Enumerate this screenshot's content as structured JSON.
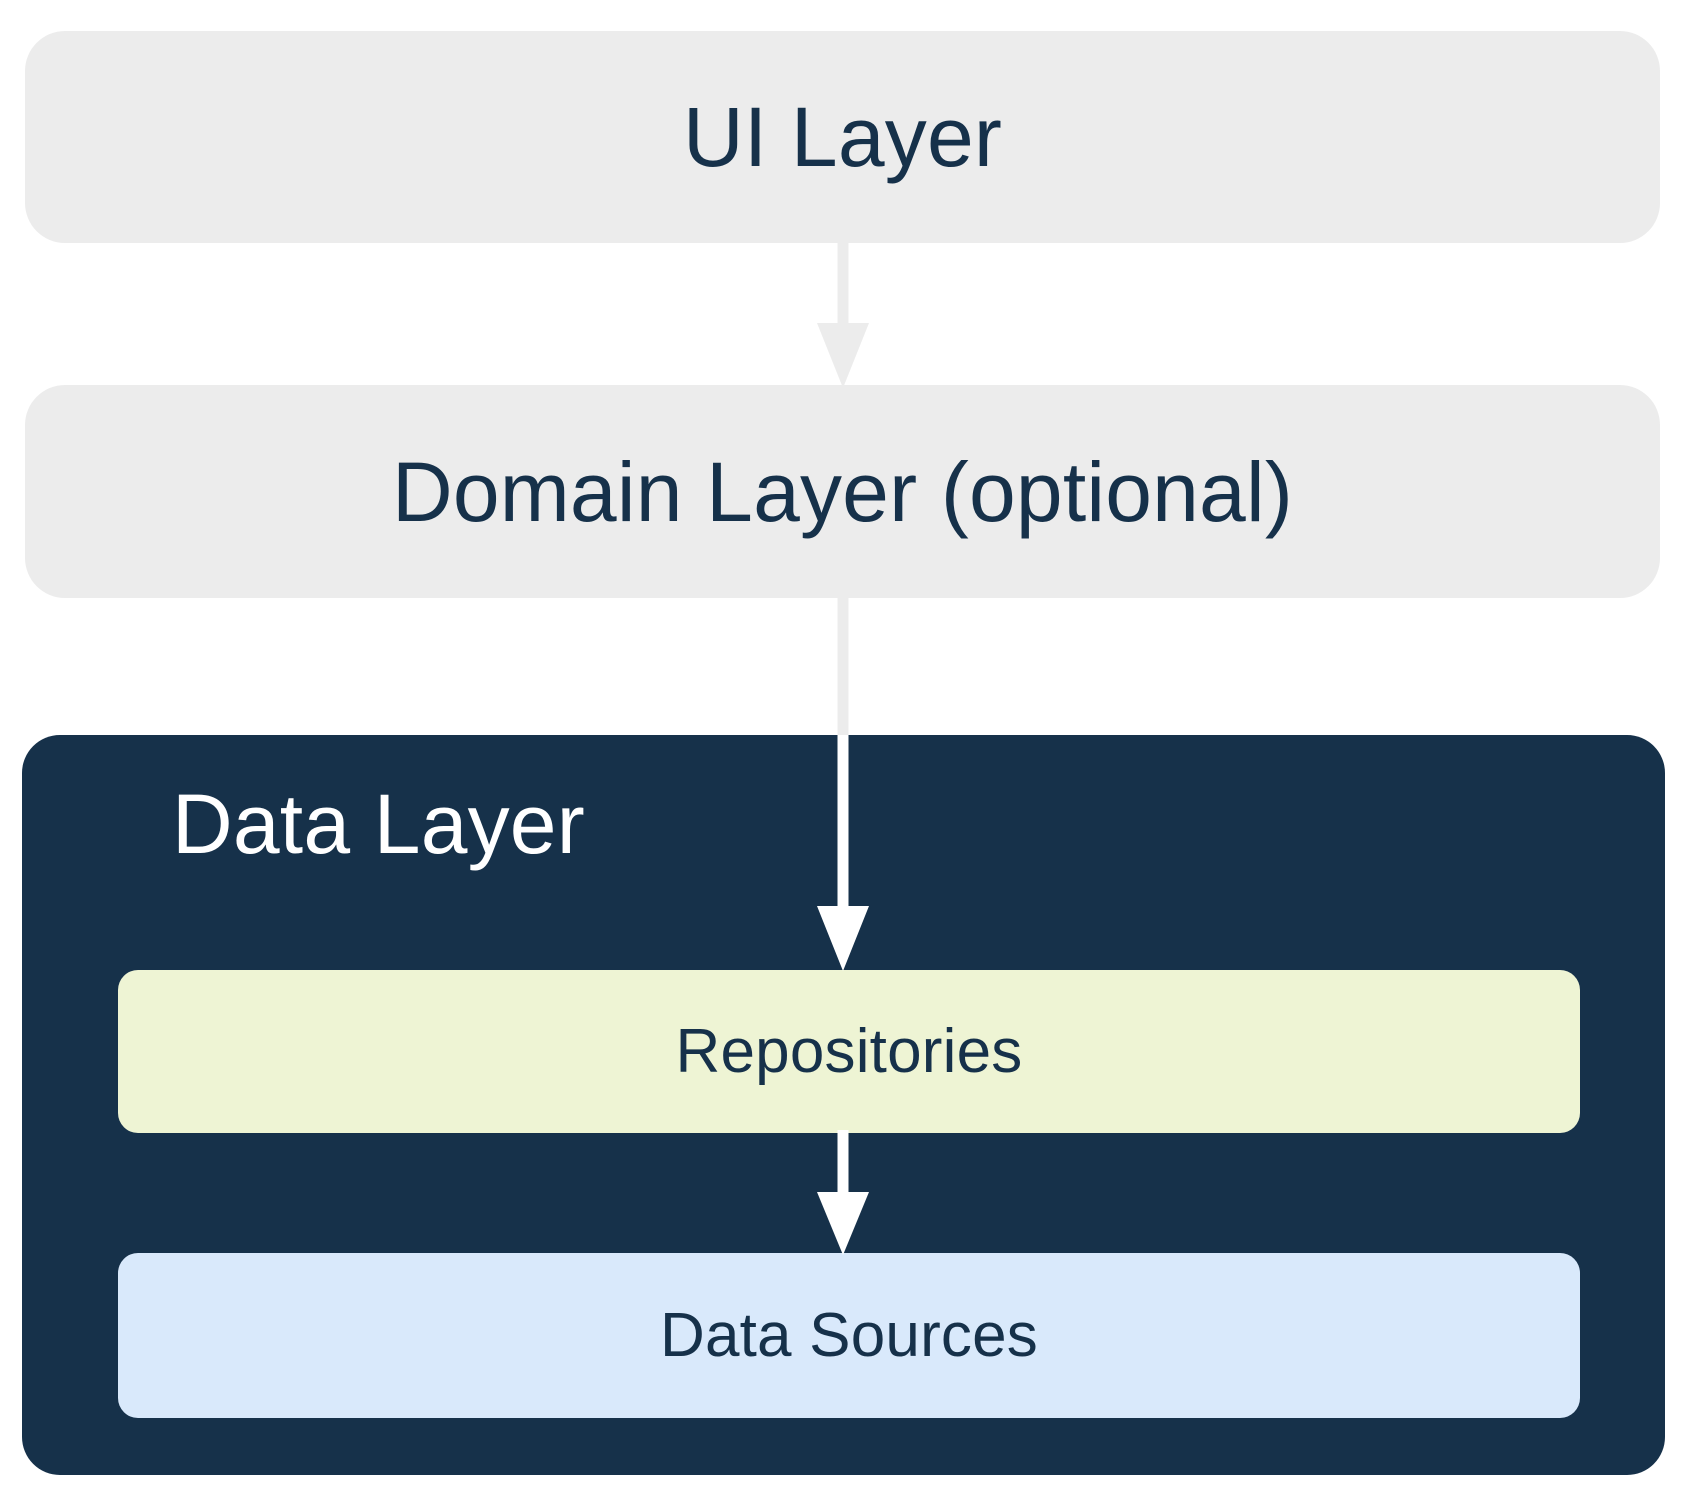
{
  "diagram": {
    "title": "App architecture layers",
    "type": "layered-architecture-flow",
    "background_color": "#ffffff",
    "layers": [
      {
        "id": "ui-layer",
        "label": "UI Layer",
        "fill_color": "#ececec",
        "text_color": "#16314a"
      },
      {
        "id": "domain-layer",
        "label": "Domain Layer (optional)",
        "fill_color": "#ececec",
        "text_color": "#16314a"
      },
      {
        "id": "data-layer",
        "label": "Data Layer",
        "fill_color": "#16314a",
        "text_color": "#ffffff",
        "children": [
          {
            "id": "repositories",
            "label": "Repositories",
            "fill_color": "#eef4d4",
            "text_color": "#16314a"
          },
          {
            "id": "data-sources",
            "label": "Data Sources",
            "fill_color": "#d9e9fb",
            "text_color": "#16314a"
          }
        ]
      }
    ],
    "arrows": [
      {
        "id": "ui-to-domain",
        "from": "ui-layer",
        "to": "domain-layer",
        "color": "#ececec",
        "direction": "down"
      },
      {
        "id": "domain-to-data",
        "from": "domain-layer",
        "to": "data-layer",
        "color": "#ececec",
        "direction": "down"
      },
      {
        "id": "domain-to-repositories",
        "from": "data-layer-edge",
        "to": "repositories",
        "color": "#ffffff",
        "direction": "down"
      },
      {
        "id": "repositories-to-data-sources",
        "from": "repositories",
        "to": "data-sources",
        "color": "#ffffff",
        "direction": "down"
      }
    ]
  }
}
